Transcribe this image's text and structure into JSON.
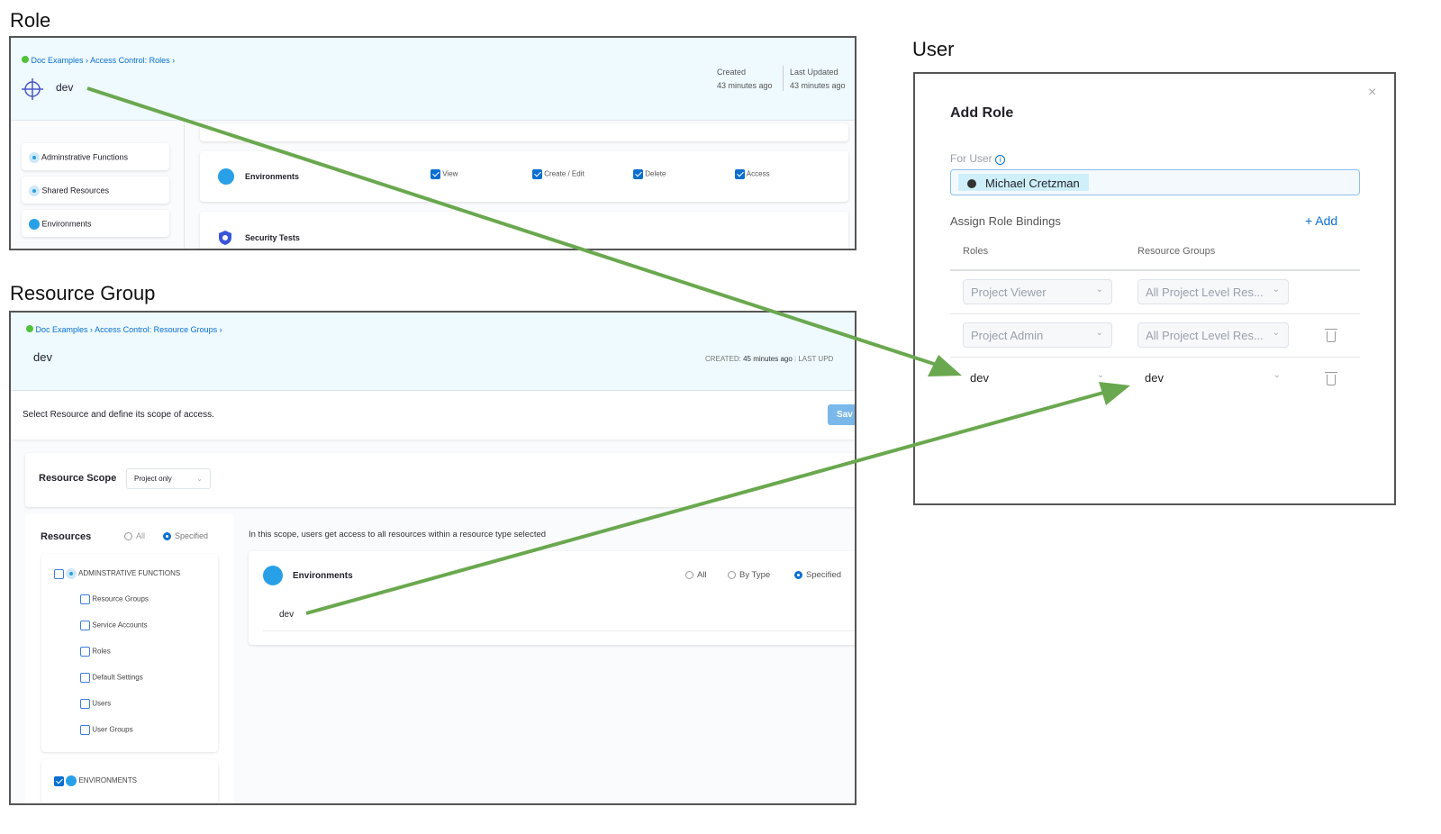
{
  "labels": {
    "role": "Role",
    "resource_group": "Resource Group",
    "user": "User"
  },
  "role": {
    "breadcrumb": [
      "Doc Examples",
      "Access Control: Roles"
    ],
    "title": "dev",
    "created_label": "Created",
    "created_value": "43 minutes ago",
    "updated_label": "Last Updated",
    "updated_value": "43 minutes ago",
    "sidebar": [
      "Adminstrative Functions",
      "Shared Resources",
      "Environments"
    ],
    "environments": {
      "name": "Environments",
      "permissions": [
        {
          "label": "View",
          "checked": true
        },
        {
          "label": "Create / Edit",
          "checked": true
        },
        {
          "label": "Delete",
          "checked": true
        },
        {
          "label": "Access",
          "checked": true
        }
      ]
    },
    "security_tests": "Security Tests"
  },
  "resource_group": {
    "breadcrumb": [
      "Doc Examples",
      "Access Control: Resource Groups"
    ],
    "title": "dev",
    "created_label": "CREATED:",
    "created_value": "45 minutes ago",
    "updated_label": "LAST UPD",
    "instruction": "Select Resource and define its scope of access.",
    "save": "Sav",
    "scope_label": "Resource Scope",
    "scope_value": "Project only",
    "resources_label": "Resources",
    "radio_all": "All",
    "radio_specified": "Specified",
    "admin_group": "ADMINSTRATIVE FUNCTIONS",
    "admin_items": [
      "Resource Groups",
      "Service Accounts",
      "Roles",
      "Default Settings",
      "Users",
      "User Groups"
    ],
    "env_group": "ENVIRONMENTS",
    "scope_note": "In this scope, users get access to all resources within a resource type selected",
    "env_card": {
      "name": "Environments",
      "opt_all": "All",
      "opt_bytype": "By Type",
      "opt_specified": "Specified",
      "item": "dev"
    }
  },
  "add_role": {
    "title": "Add Role",
    "for_user": "For User",
    "user": "Michael Cretzman",
    "assign": "Assign Role Bindings",
    "add": "+ Add",
    "col_roles": "Roles",
    "col_rg": "Resource Groups",
    "rows": [
      {
        "role": "Project Viewer",
        "rg": "All Project Level Res..."
      },
      {
        "role": "Project Admin",
        "rg": "All Project Level Res..."
      },
      {
        "role": "dev",
        "rg": "dev"
      }
    ]
  },
  "colors": {
    "arrow": "#6aa84f",
    "accent": "#0b6fd0",
    "header_bg": "#eefaff"
  }
}
